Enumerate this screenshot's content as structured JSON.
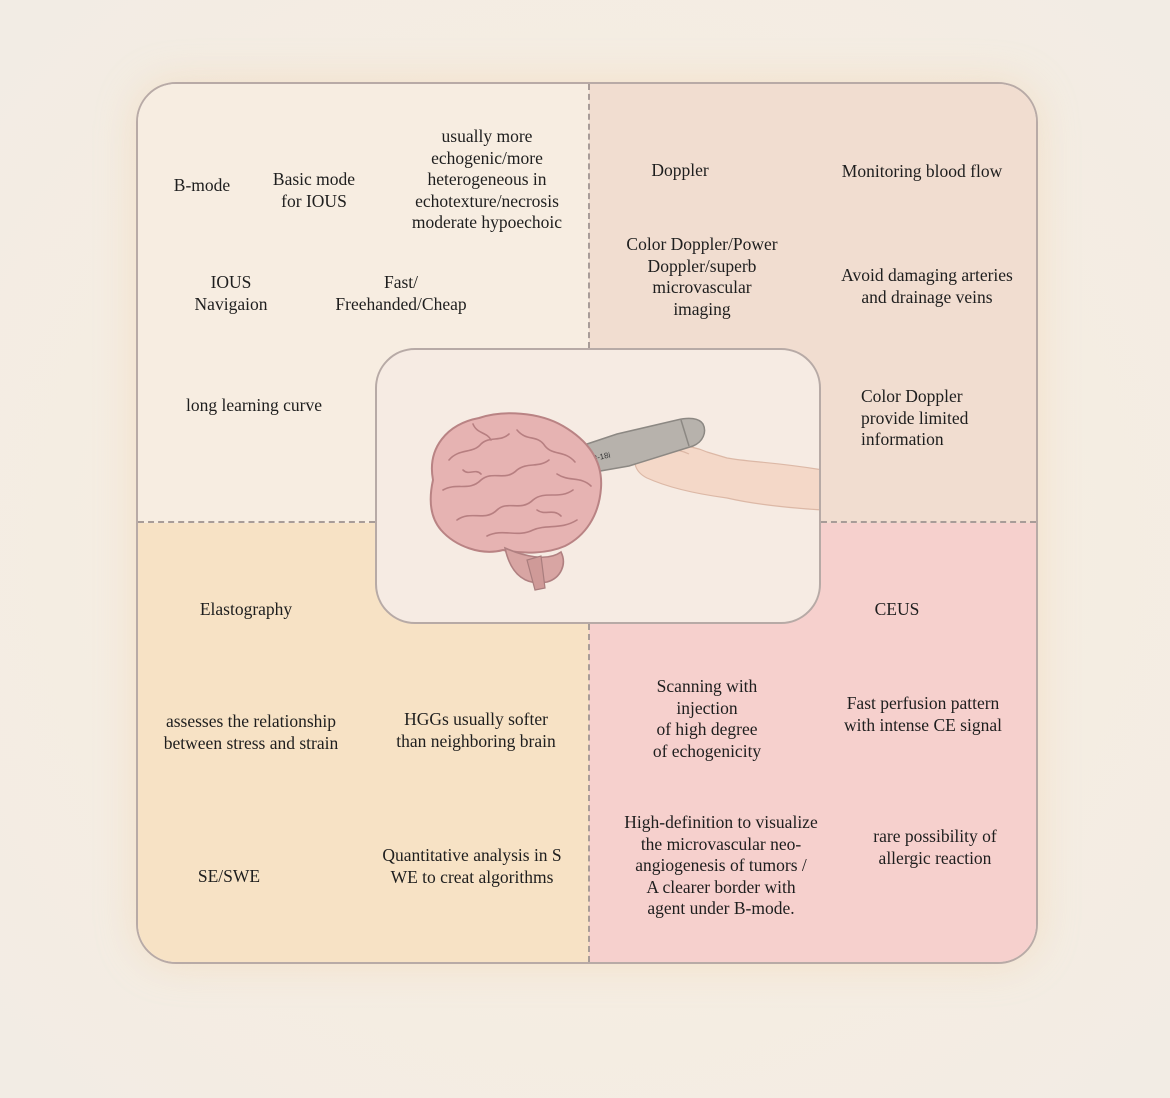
{
  "quadrants": {
    "bmode": {
      "name": "B-mode",
      "basic": "Basic mode\nfor IOUS",
      "echogenic": "usually more\nechogenic/more\nheterogeneous in\nechotexture/necrosis\nmoderate hypoechoic",
      "navigation": "IOUS\nNavigaion",
      "fast": "Fast/\nFreehanded/Cheap",
      "learning": "long learning curve"
    },
    "doppler": {
      "name": "Doppler",
      "monitoring": "Monitoring blood flow",
      "color_power": "Color Doppler/Power\nDoppler/superb\nmicrovascular\nimaging",
      "avoid": "Avoid damaging arteries\nand drainage veins",
      "limited": "Color Doppler\nprovide limited\ninformation"
    },
    "elastography": {
      "name": "Elastography",
      "stress_strain": "assesses the relationship\nbetween stress and strain",
      "softer": "HGGs usually softer\nthan neighboring brain",
      "se_swe": "SE/SWE",
      "quantitative": "Quantitative analysis in S\nWE to creat algorithms"
    },
    "ceus": {
      "name": "CEUS",
      "scanning": "Scanning with\ninjection\nof high degree\nof echogenicity",
      "perfusion": "Fast perfusion pattern\nwith intense CE signal",
      "high_def": "High-definition to visualize\nthe microvascular neo-\nangiogenesis of tumors /\nA clearer border with\nagent under B-mode.",
      "allergic": "rare possibility of\nallergic reaction"
    }
  },
  "center": {
    "probe_label": "L8-18i"
  },
  "colors": {
    "bmode_bg": "#f7ede1",
    "doppler_bg": "#f1ddd0",
    "elastography_bg": "#f7e2c5",
    "ceus_bg": "#f6d0cd",
    "border": "#b8aaa6"
  }
}
